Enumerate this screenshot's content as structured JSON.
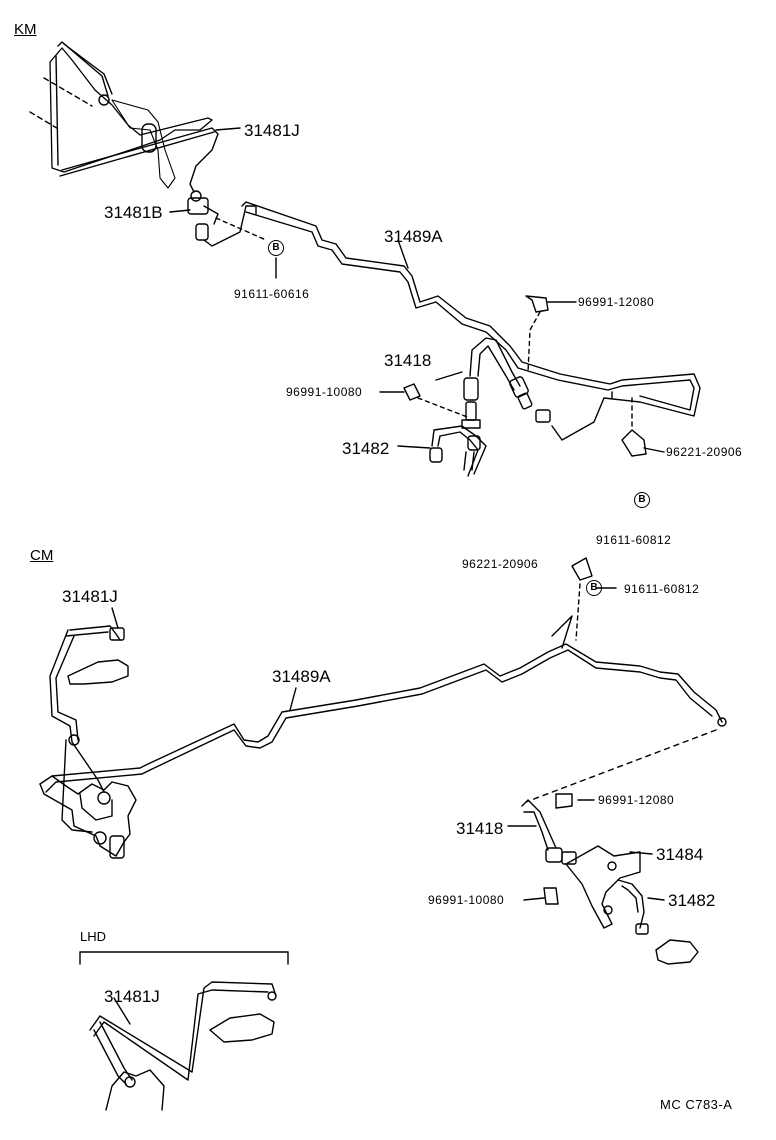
{
  "sections": {
    "km": "KM",
    "cm": "CM",
    "lhd": "LHD"
  },
  "parts": {
    "pipe_j_km": "31481J",
    "pipe_b_km": "31481B",
    "main_pipe_km": "31489A",
    "hose_km": "31418",
    "pipe_rear_km": "31482",
    "clip_top_km": "96991-12080",
    "clip_left_km": "96991-10080",
    "bracket_km": "96221-20906",
    "bolt_km_left": "91611-60616",
    "bolt_km_right": "91611-60812",
    "bracket_cm": "96221-20906",
    "bolt_cm": "91611-60812",
    "pipe_j_cm": "31481J",
    "main_pipe_cm": "31489A",
    "clip_top_cm": "96991-12080",
    "hose_cm": "31418",
    "bracket_part_cm": "31484",
    "clip_left_cm": "96991-10080",
    "pipe_rear_cm": "31482",
    "pipe_j_lhd": "31481J"
  },
  "markers": {
    "b1": "B",
    "b2": "B",
    "b3": "B"
  },
  "footer": {
    "code": "MC  C783-A"
  }
}
